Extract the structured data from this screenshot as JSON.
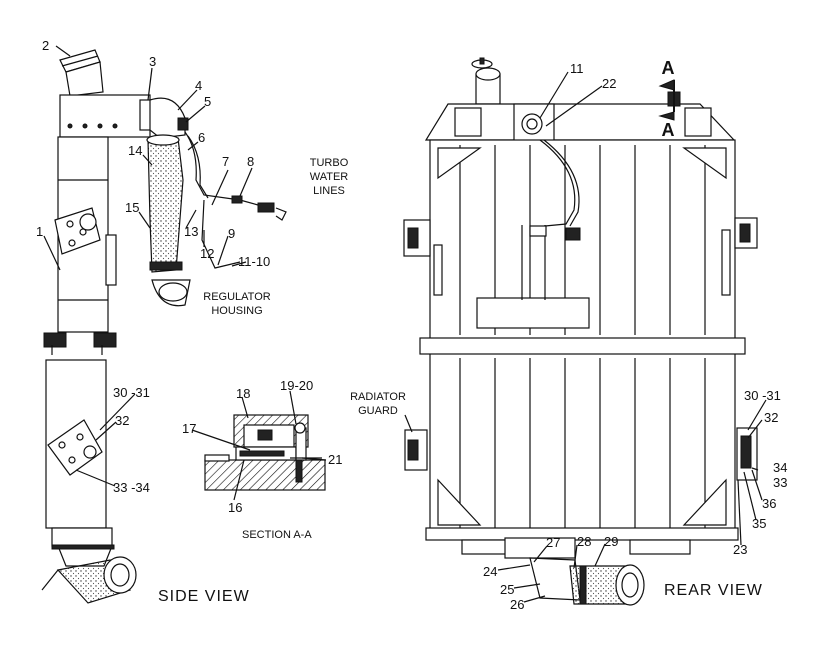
{
  "callouts": {
    "c1": "1",
    "c2": "2",
    "c3": "3",
    "c4": "4",
    "c5": "5",
    "c6": "6",
    "c7": "7",
    "c8": "8",
    "c9": "9",
    "c11_10": "11-10",
    "c11": "11",
    "c12": "12",
    "c13": "13",
    "c14": "14",
    "c15": "15",
    "c16": "16",
    "c17": "17",
    "c18": "18",
    "c19_20": "19-20",
    "c21": "21",
    "c22": "22",
    "c23": "23",
    "c24": "24",
    "c25": "25",
    "c26": "26",
    "c27": "27",
    "c28": "28",
    "c29": "29",
    "c30_31_side": "30 -31",
    "c32_side": "32",
    "c33_34_side": "33 -34",
    "c30_31_rear": "30 -31",
    "c32_rear": "32",
    "c34_rear": "34",
    "c33_rear": "33",
    "c35": "35",
    "c36": "36"
  },
  "labels": {
    "turbo_water_lines": [
      "TURBO",
      "WATER",
      "LINES"
    ],
    "regulator_housing": [
      "REGULATOR",
      "HOUSING"
    ],
    "radiator_guard": [
      "RADIATOR",
      "GUARD"
    ],
    "section_marker": "A",
    "section_marker_lower": "A"
  },
  "captions": {
    "side_view": "SIDE  VIEW",
    "section_a_a": "SECTION  A-A",
    "rear_view": "REAR  VIEW"
  }
}
